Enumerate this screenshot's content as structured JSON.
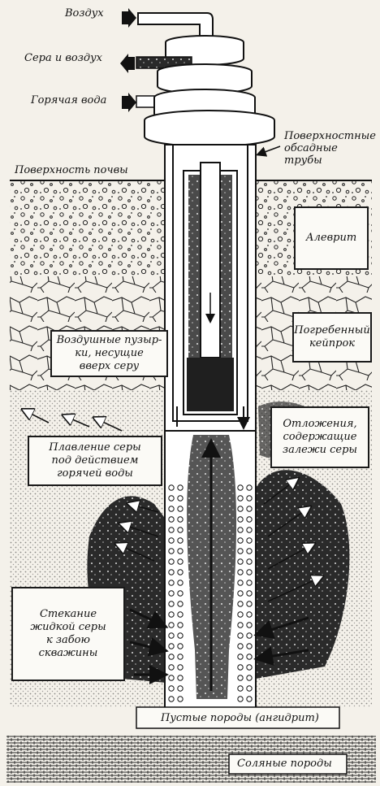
{
  "diagram": {
    "labels": {
      "air": "Воздух",
      "sulfur_air": "Сера и воздух",
      "hot_water": "Горячая вода",
      "surface_casing": "Поверхностные\nобсадные\nтрубы",
      "ground_surface": "Поверхность почвы",
      "siltstone": "Алеврит",
      "air_bubbles": "Воздушные пузыр-\nки, несущие\nвверх серу",
      "buried_caprock": "Погребенный\nкейпрок",
      "sulfur_deposits": "Отложения,\nсодержащие\nзалежи серы",
      "melting": "Плавление серы\nпод действием\nгорячей воды",
      "drainage": "Стекание\nжидкой серы\nк забою\nскважины",
      "barren_rock": "Пустые породы (ангидрит)",
      "salt_rock": "Соляные породы"
    },
    "icons": [
      "arrow-in-icon",
      "arrow-out-icon"
    ],
    "colors": {
      "ink": "#1a1a1a",
      "paper": "#f4f1ea"
    }
  }
}
